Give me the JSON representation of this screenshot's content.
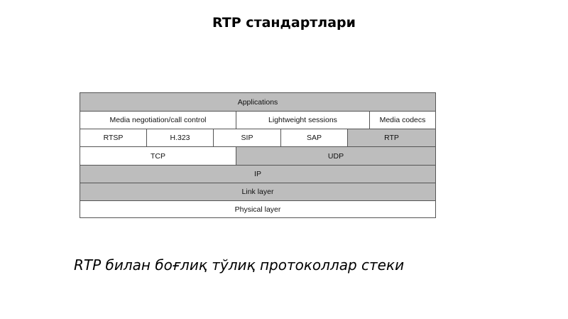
{
  "slide": {
    "title": "RTP стандартлари",
    "caption": "RTP билан боғлиқ тўлиқ протоколлар стеки"
  },
  "diagram": {
    "layers": {
      "applications": "Applications",
      "media_negotiation": "Media negotiation/call control",
      "lightweight_sessions": "Lightweight sessions",
      "media_codecs": "Media codecs",
      "rtsp": "RTSP",
      "h323": "H.323",
      "sip": "SIP",
      "sap": "SAP",
      "rtp": "RTP",
      "tcp": "TCP",
      "udp": "UDP",
      "ip": "IP",
      "link_layer": "Link layer",
      "physical_layer": "Physical layer"
    },
    "colors": {
      "shaded": "#bdbdbd",
      "plain": "#ffffff",
      "border": "#555555"
    }
  }
}
